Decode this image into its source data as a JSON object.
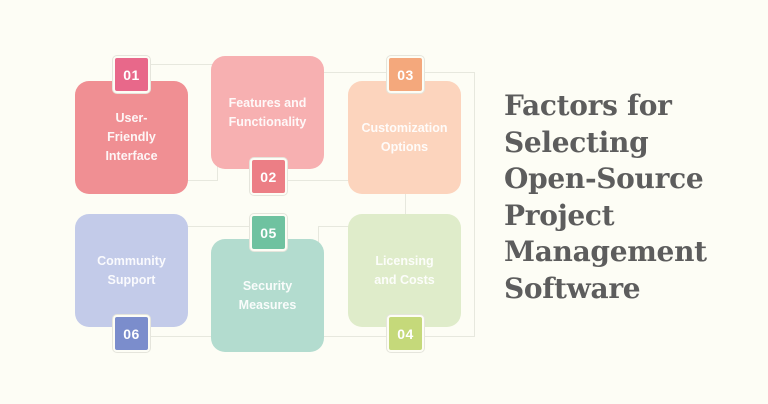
{
  "title": {
    "lines": [
      "Factors for",
      "Selecting",
      "Open-Source",
      "Project",
      "Management",
      "Software"
    ]
  },
  "factors": [
    {
      "number": "01",
      "label": "User-\nFriendly\nInterface",
      "card_color": "#f08f93",
      "badge_color": "#e8688a"
    },
    {
      "number": "02",
      "label": "Features and\nFunctionality",
      "card_color": "#f7b0b1",
      "badge_color": "#ec7e85"
    },
    {
      "number": "03",
      "label": "Customization\nOptions",
      "card_color": "#fcd4bd",
      "badge_color": "#f4a87c"
    },
    {
      "number": "04",
      "label": "Licensing\nand Costs",
      "card_color": "#dfecca",
      "badge_color": "#c5d97a"
    },
    {
      "number": "05",
      "label": "Security\nMeasures",
      "card_color": "#b3dccf",
      "badge_color": "#6fc2a0"
    },
    {
      "number": "06",
      "label": "Community\nSupport",
      "card_color": "#c3cbe9",
      "badge_color": "#7b8dcc"
    }
  ],
  "colors": {
    "background": "#fdfdf5",
    "title_text": "#5d5d5d",
    "connector": "#e7e8de"
  }
}
